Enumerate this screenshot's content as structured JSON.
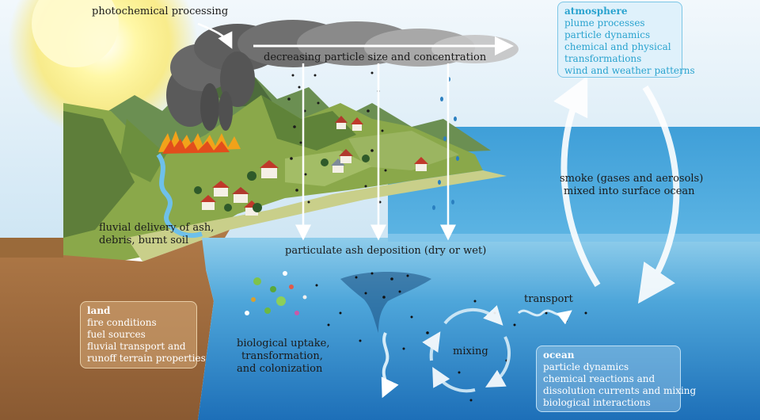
{
  "labels": {
    "photochemical": "photochemical processing",
    "decreasing": "decreasing particle size and concentration",
    "deposition": "particulate ash deposition (dry or wet)",
    "fluvial_1": "fluvial delivery of ash,",
    "fluvial_2": "debris, burnt soil",
    "smoke_1": "smoke (gases and aerosols)",
    "smoke_2": "mixed into surface ocean",
    "transport": "transport",
    "mixing": "mixing",
    "bio_1": "biological uptake,",
    "bio_2": "transformation,",
    "bio_3": "and colonization"
  },
  "atmosphere_box": {
    "title": "atmosphere",
    "items": [
      "plume processes",
      "particle dynamics",
      "chemical and physical",
      "transformations",
      "wind and weather patterns"
    ]
  },
  "land_box": {
    "title": "land",
    "items": [
      "fire conditions",
      "fuel sources",
      "fluvial transport and",
      "runoff terrain properties"
    ]
  },
  "ocean_box": {
    "title": "ocean",
    "items": [
      "particle dynamics",
      "chemical reactions and",
      "dissolution currents and mixing",
      "biological interactions"
    ]
  },
  "colors": {
    "sky": "#d9ecf7",
    "ocean_surface": "#6cb9e2",
    "ocean_deep": "#1f78c0",
    "land": "#7a9a3a",
    "soil": "#a06a3c",
    "smoke": "#5a5a5a",
    "sun": "#fff27a",
    "atmosphere_text": "#2aa3cf"
  }
}
